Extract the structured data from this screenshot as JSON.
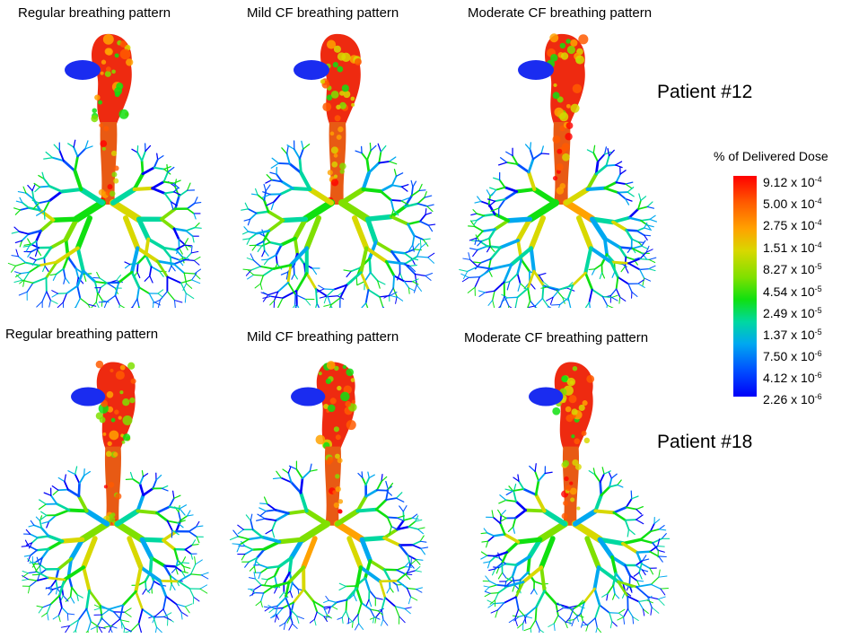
{
  "rows": [
    {
      "patient": "Patient #12",
      "panels": [
        {
          "title": "Regular breathing pattern"
        },
        {
          "title": "Mild CF breathing pattern"
        },
        {
          "title": "Moderate CF breathing pattern"
        }
      ]
    },
    {
      "patient": "Patient #18",
      "panels": [
        {
          "title": "Regular breathing pattern"
        },
        {
          "title": "Mild CF breathing pattern"
        },
        {
          "title": "Moderate CF breathing pattern"
        }
      ]
    }
  ],
  "legend": {
    "title": "% of Delivered Dose",
    "ticks": [
      {
        "mantissa": "9.12 x 10",
        "exponent": "-4"
      },
      {
        "mantissa": "5.00 x 10",
        "exponent": "-4"
      },
      {
        "mantissa": "2.75 x 10",
        "exponent": "-4"
      },
      {
        "mantissa": "1.51 x 10",
        "exponent": "-4"
      },
      {
        "mantissa": "8.27 x 10",
        "exponent": "-5"
      },
      {
        "mantissa": "4.54 x 10",
        "exponent": "-5"
      },
      {
        "mantissa": "2.49 x 10",
        "exponent": "-5"
      },
      {
        "mantissa": "1.37 x 10",
        "exponent": "-5"
      },
      {
        "mantissa": "7.50 x 10",
        "exponent": "-6"
      },
      {
        "mantissa": "4.12 x 10",
        "exponent": "-6"
      },
      {
        "mantissa": "2.26 x 10",
        "exponent": "-6"
      }
    ],
    "colors": [
      "#ff0000",
      "#ff5a00",
      "#ffa200",
      "#d8d800",
      "#7fe000",
      "#10e010",
      "#00d8a0",
      "#00a8f0",
      "#0050ff",
      "#0000f8"
    ]
  }
}
